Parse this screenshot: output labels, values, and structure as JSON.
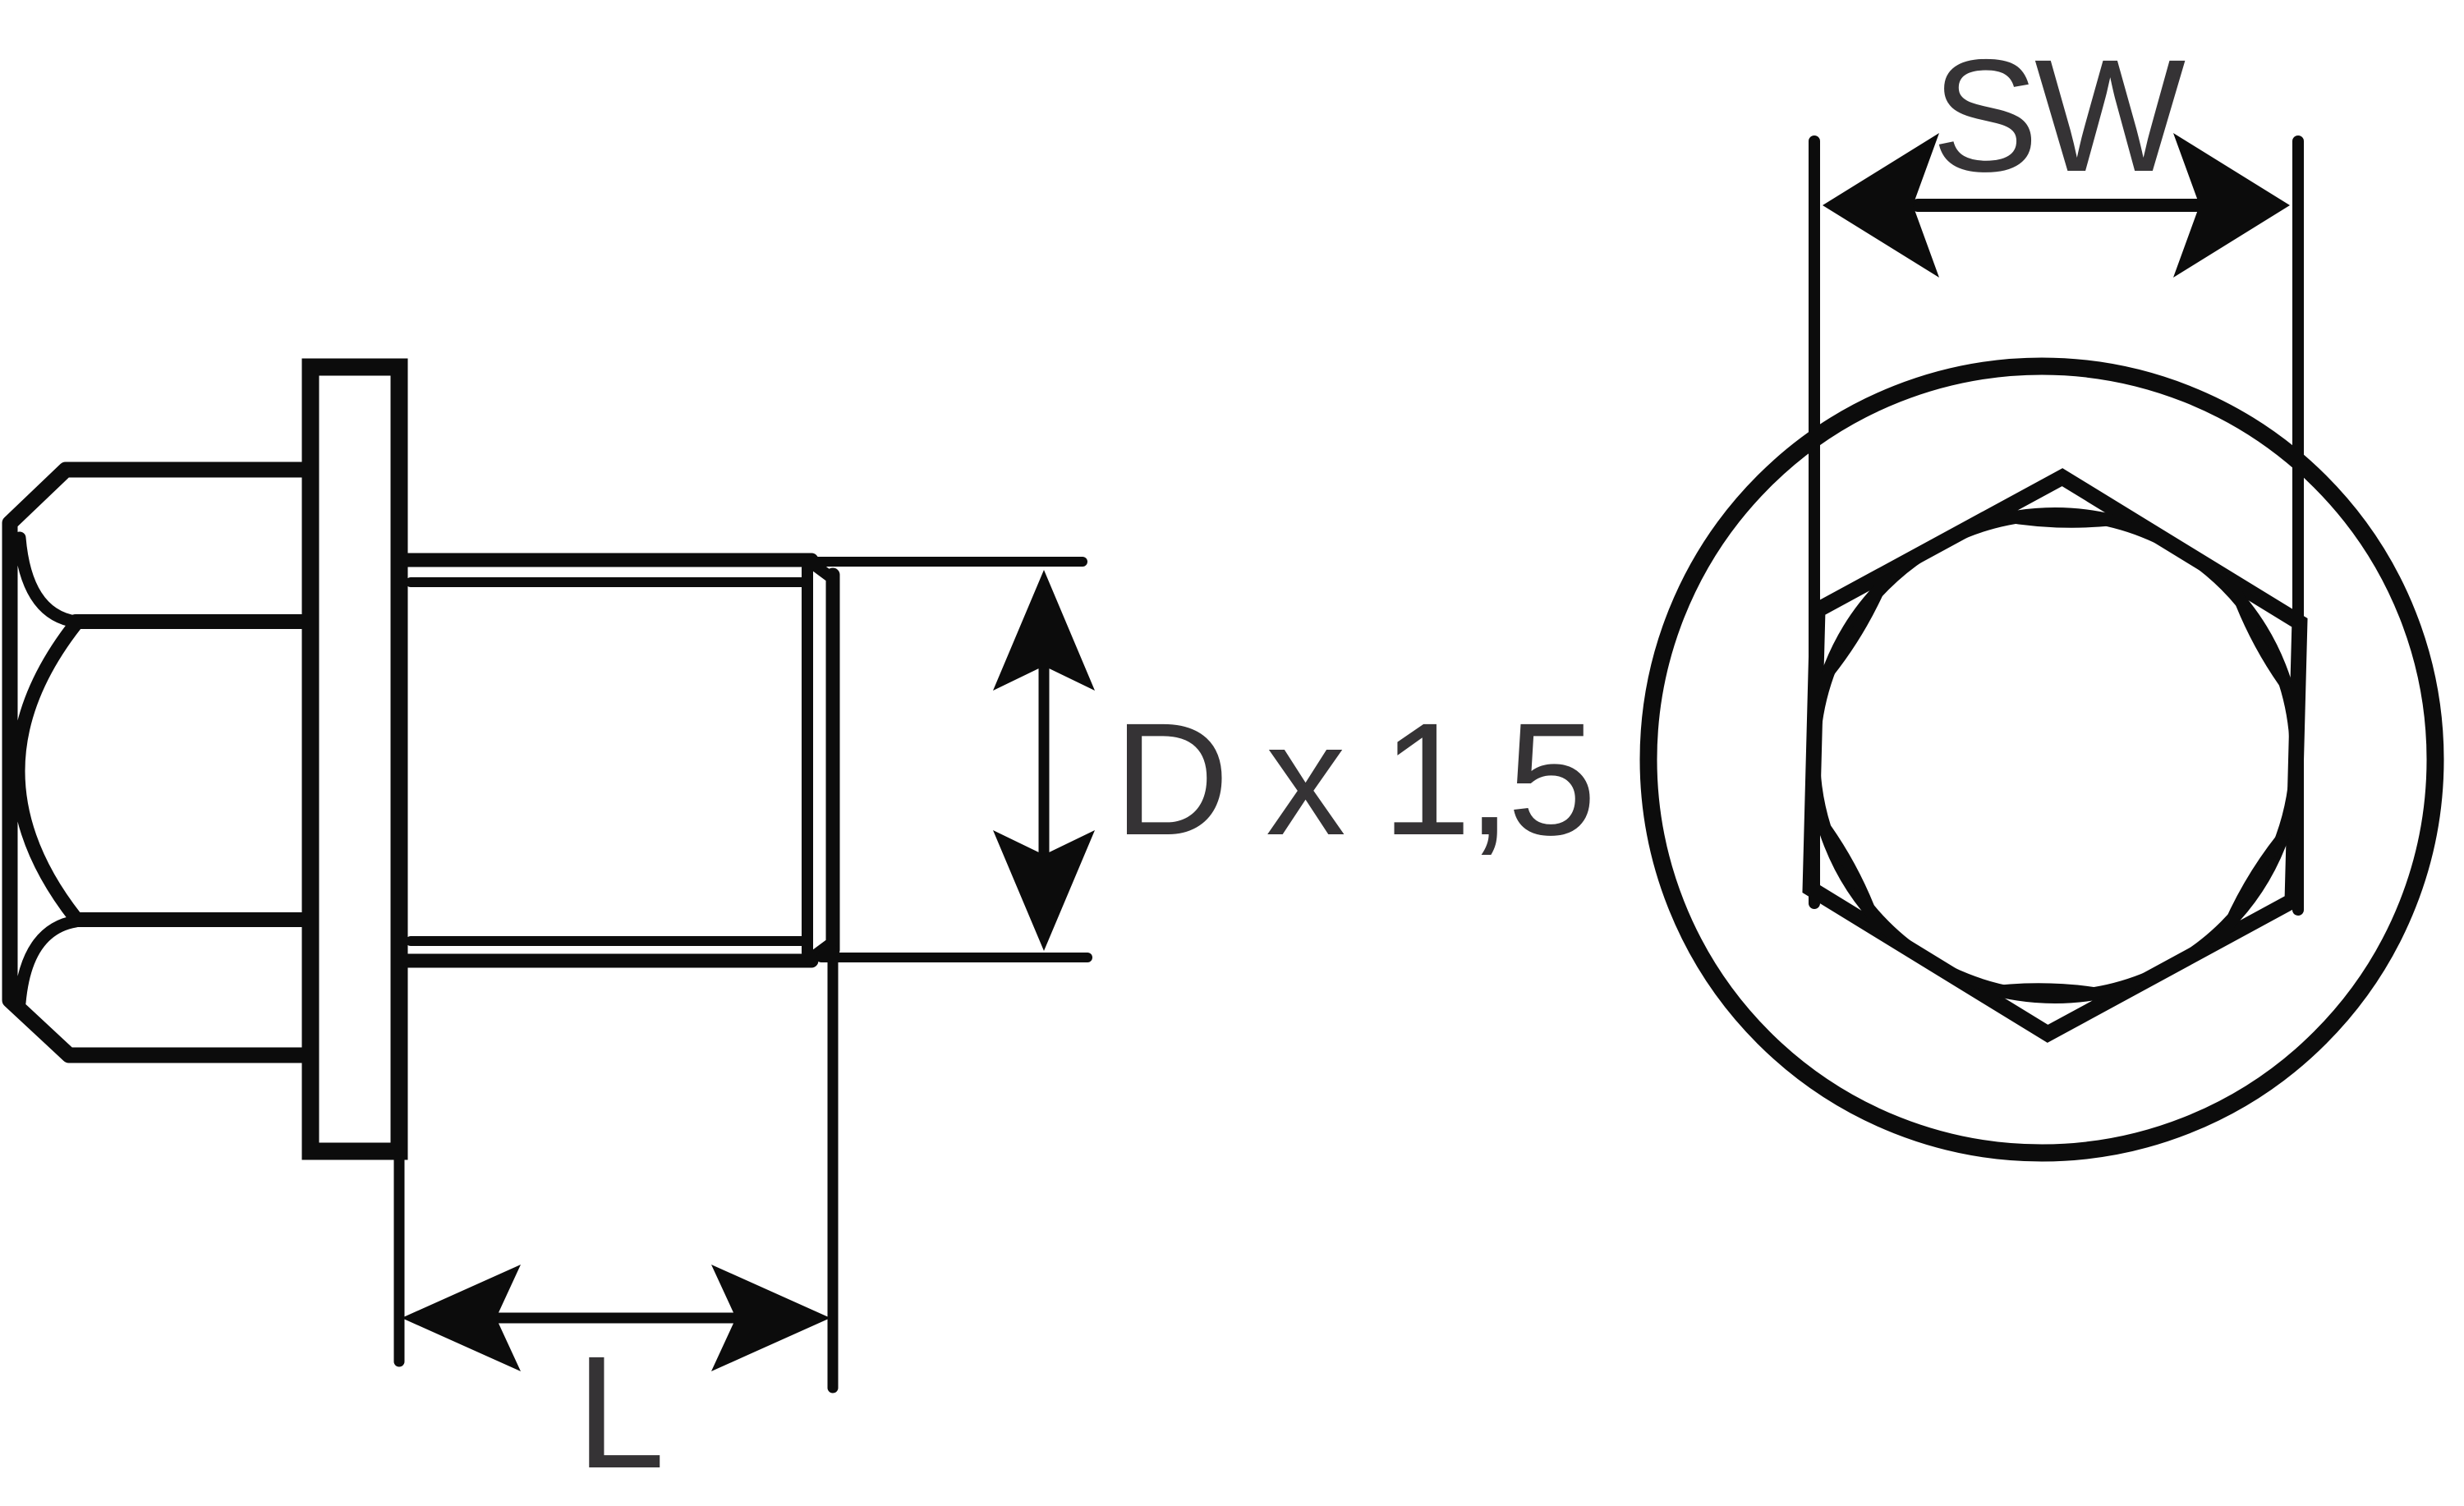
{
  "drawing": {
    "background_color": "#ffffff",
    "line_color": "#0c0c0c",
    "label_color": "#353335",
    "labels": {
      "wrench_size": "SW",
      "thread_spec": "D x 1,5",
      "thread_length": "L"
    }
  }
}
